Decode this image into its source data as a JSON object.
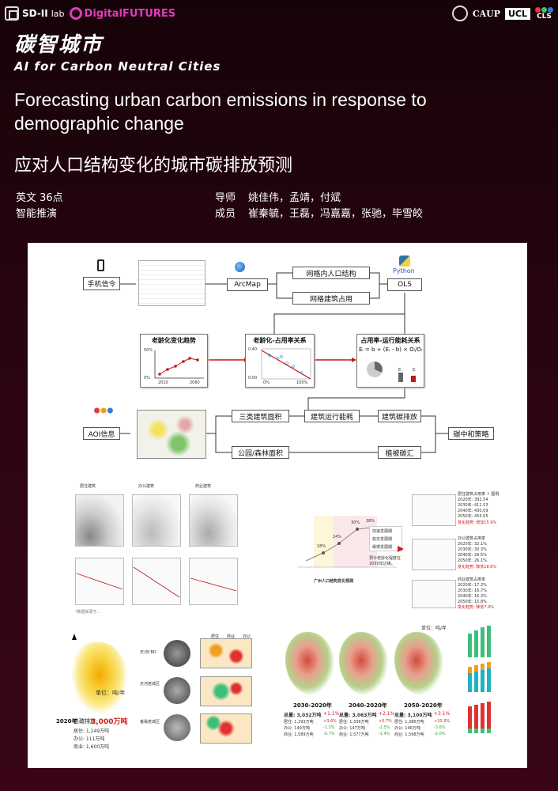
{
  "header": {
    "lab_name": "SD-II",
    "lab_sub": "lab",
    "partner": "DigitalFUTURES",
    "logo_caup": "CAUP",
    "logo_ucl": "UCL",
    "logo_cls": "CLS"
  },
  "title": {
    "cn": "碳智城市",
    "en": "AI for Carbon Neutral Cities"
  },
  "project": {
    "title_en": "Forecasting urban carbon emissions in response to demographic change",
    "title_cn": "应对人口结构变化的城市碳排放预测",
    "language": "英文 36点",
    "track": "智能推演",
    "mentor_label": "导师",
    "mentors": "姚佳伟，孟靖，付斌",
    "member_label": "成员",
    "members": "崔秦毓，王磊，冯嘉嘉，张驰，毕雪皎"
  },
  "flow": {
    "phone_signal": "手机信令",
    "arcmap": "ArcMap",
    "grid_population": "网格内人口结构",
    "grid_building": "网格建筑占用",
    "python": "Python",
    "ols": "OLS",
    "aging_trend": "老龄化变化趋势",
    "aging_occupancy": "老龄化-占用率关系",
    "occupancy_energy": "占用率-运行能耗关系",
    "formula": "Eᵢ = b + (Eᵣ - b) × Oᵢ/Oᵣ",
    "aoi": "AOI信息",
    "three_building": "三类建筑面积",
    "building_energy": "建筑运行能耗",
    "building_carbon": "建筑碳排放",
    "park_forest": "公园/森林面积",
    "veg_sink": "植被碳汇",
    "neutral_strategy": "碳中和策略",
    "axis_trend_top": "50%",
    "axis_trend_bottom": "0%",
    "axis_trend_x1": "2010",
    "axis_trend_x2": "2060",
    "axis_occ_top": "0.40",
    "axis_occ_bottom": "0.00",
    "axis_occ_x1": "0%",
    "axis_occ_x2": "100%",
    "er": "Eᵣ",
    "ei": "Eᵢ"
  },
  "scatter": {
    "col1": "居住建筑",
    "col2": "办公建筑",
    "col3": "商业建筑",
    "note": "*数据来源于..."
  },
  "trend_chart": {
    "caption": "广州人口结构变化预测",
    "points": [
      "18%",
      "24%",
      "30%",
      "38%"
    ],
    "legend1": "快速发展期",
    "legend2": "稳定发展期",
    "legend3": "缓慢发展期",
    "note": "预计老龄化程度在2050年达峰。"
  },
  "right_stats": [
    {
      "title": "居住建筑占用率 ↑ 图例",
      "lines": [
        "2020年: 392.54",
        "2030年: 411.53",
        "2040年: 430.09",
        "2050年: 455.05"
      ],
      "change": "变化趋势: 增加15.9%"
    },
    {
      "title": "办公建筑占用率",
      "lines": [
        "2020年: 32.1%",
        "2030年: 30.3%",
        "2040年: 28.5%",
        "2050年: 26.1%"
      ],
      "change": "变化趋势: 降低18.6%"
    },
    {
      "title": "商业建筑占用率",
      "lines": [
        "2020年: 17.2%",
        "2030年: 16.7%",
        "2040年: 16.3%",
        "2050年: 15.8%"
      ],
      "change": "变化趋势: 降低7.9%"
    }
  ],
  "map_section": {
    "legend_items": [
      "居住",
      "商业",
      "办公"
    ],
    "place1": "天河CBD",
    "place2": "天河老城区",
    "place3": "番禺老城区",
    "unit": "单位：吨/年",
    "year": "2020年",
    "total_label": "总碳排放:",
    "total_value": "3,000万吨",
    "res": "居住: 1,249万吨",
    "office": "办公: 111万吨",
    "com": "商业: 1,600万吨"
  },
  "projection": {
    "unit": "单位：吨/年",
    "periods": [
      {
        "title": "2030-2020年",
        "total": "总量: 3,032万吨",
        "d_total": "+1.1%",
        "res": "居住: 1,293万吨",
        "d_res": "+3.6%",
        "off": "办公: 149万吨",
        "d_off": "-1.3%",
        "com": "商业: 1,589万吨",
        "d_com": "-0.7%"
      },
      {
        "title": "2040-2020年",
        "total": "总量: 3,063万吨",
        "d_total": "+2.1%",
        "res": "居住: 1,336万吨",
        "d_res": "+0.7%",
        "off": "办公: 147万吨",
        "d_off": "-2.5%",
        "com": "商业: 1,577万吨",
        "d_com": "-1.4%"
      },
      {
        "title": "2050-2020年",
        "total": "总量: 3,100万吨",
        "d_total": "+3.1%",
        "res": "居住: 1,386万吨",
        "d_res": "+10.3%",
        "off": "办公: 146万吨",
        "d_off": "-3.6%",
        "com": "商业: 1,568万吨",
        "d_com": "-2.0%"
      }
    ]
  },
  "colors": {
    "bg_dark": "#160308",
    "accent_red": "#d21b1b",
    "accent_magenta": "#e23bbd",
    "chart_green": "#3cbf7a",
    "chart_orange": "#f0a020",
    "chart_red": "#e03030",
    "chart_teal": "#20b2c0"
  }
}
